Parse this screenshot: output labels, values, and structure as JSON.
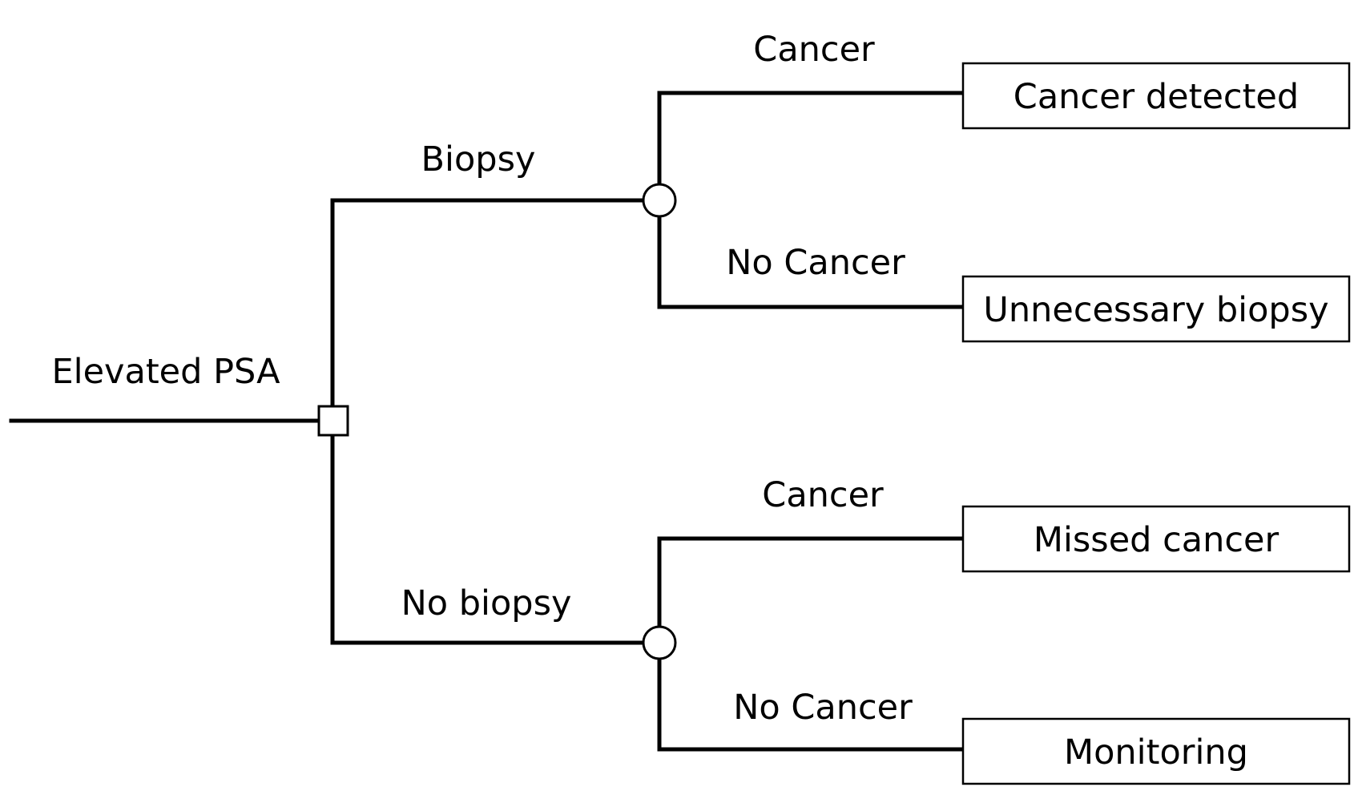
{
  "root": {
    "label": "Elevated PSA"
  },
  "decisions": [
    {
      "label": "Biopsy",
      "outcomes": [
        {
          "branch": "Cancer",
          "result": "Cancer detected"
        },
        {
          "branch": "No Cancer",
          "result": "Unnecessary biopsy"
        }
      ]
    },
    {
      "label": "No biopsy",
      "outcomes": [
        {
          "branch": "Cancer",
          "result": "Missed cancer"
        },
        {
          "branch": "No Cancer",
          "result": "Monitoring"
        }
      ]
    }
  ]
}
